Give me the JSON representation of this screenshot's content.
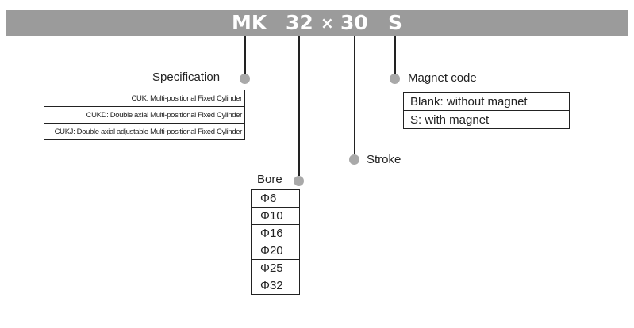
{
  "model_code": {
    "prefix": "MK",
    "bore": "32",
    "separator": "×",
    "stroke": "30",
    "magnet": "S"
  },
  "specification": {
    "title": "Specification",
    "rows": [
      "CUK: Multi-positional Fixed Cylinder",
      "CUKD: Double axial Multi-positional Fixed Cylinder",
      "CUKJ: Double axial adjustable Multi-positional Fixed Cylinder"
    ]
  },
  "magnet_code": {
    "title": "Magnet code",
    "rows": [
      "Blank: without magnet",
      "S: with magnet"
    ]
  },
  "stroke": {
    "title": "Stroke"
  },
  "bore": {
    "title": "Bore",
    "rows": [
      "Φ6",
      "Φ10",
      "Φ16",
      "Φ20",
      "Φ25",
      "Φ32"
    ]
  },
  "colors": {
    "banner": "#9b9b9b",
    "dot": "#a9a9a9",
    "line": "#222222"
  }
}
